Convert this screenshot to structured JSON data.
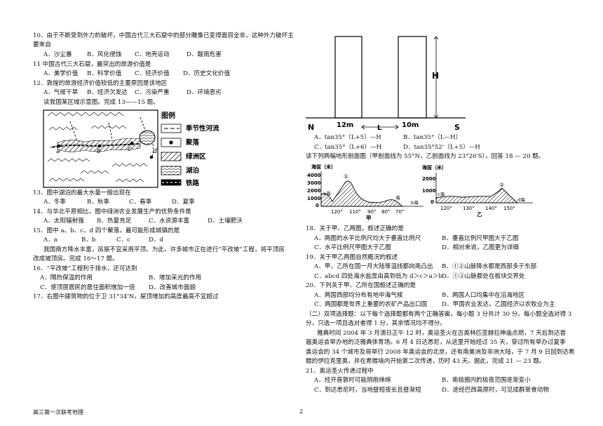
{
  "left": {
    "q10": "10．由于不断受到外力的破坏，中国古代三大石窟中的部分雕像已变得面目全非，这种外力破坏主",
    "q10b": "要来自",
    "q10opts": [
      "A．沙尘暴",
      "B．风化侵蚀",
      "C．地壳运动",
      "D．酸雨危害"
    ],
    "q11": "11 中国古代三大石窟，最突出的旅游价值是",
    "q11opts": [
      "A．美学价值",
      "B．科学价值",
      "C．经济价值",
      "D．历史文化价值"
    ],
    "q12": "12．敦煌的旅游经济价值较低的主要原因是该地区",
    "q12opts": [
      "A．气候干旱",
      "B．经济欠发达",
      "C．污染严重",
      "D．环境恶劣"
    ],
    "intro13": "读我国某区域示意图。完成 13——15 题。",
    "legend_title": "图例",
    "legend": [
      "季节性河流",
      "聚落",
      "绿洲区",
      "湖泊",
      "铁路"
    ],
    "map_labels": [
      "a",
      "b",
      "c",
      "d"
    ],
    "q13": "13．图中湖泊的最大水量一般出现在",
    "q13opts": [
      "A．冬季",
      "B．秋季",
      "C．春季",
      "D．夏季"
    ],
    "q14": "14．与华北平原相比，图中绿洲农业发展生产的优势条件是",
    "q14opts": [
      "A．太阳辐射强",
      "B．热量充足",
      "C．水资源丰富",
      "D．土壤肥沃"
    ],
    "q15": "15．图中 a、b、c、d 四个聚落，最可能形成城镇的是",
    "q15opts": [
      "A．a",
      "B．b",
      "C．c",
      "D．d"
    ],
    "intro16a": "我国南方降水丰富，房屋不宜采用平顶。为此，许多城市正在进行“平改坡”工程，将平顶房",
    "intro16b": "改成坡顶房。完成 16～17 题。",
    "q16": "16．“平改坡”工程利于排水，还可达到",
    "q16opts": [
      "A．隔热保温的作用",
      "B．增加采光的作用",
      "C．使顶层居民的居住面积增加一倍",
      "D．改善城市面貌"
    ],
    "q17": "17．右图中建筑物的位于卫 31°34'N，屋顶增加的高度最高不宜超过"
  },
  "right": {
    "bld_labels": {
      "H": "H",
      "N": "N",
      "S": "S",
      "w1": "12m",
      "w2": "10m",
      "L": "L"
    },
    "q17opts": [
      "A．tan35°（L+5）—H",
      "B．tan35°（L—H）",
      "C．tan35°（L+6）—H",
      "D．tan35°52'（L+5）—H"
    ],
    "intro18": "读下列两幅地形剖面图（甲剖面线为 55°N，乙剖面线为 23°26'S），回答 18 — 20 题。",
    "profile_jia": {
      "ylabel": "海拔（米）",
      "yticks": [
        "4000",
        "3000",
        "2000",
        "1000",
        "0"
      ],
      "xticks": [
        "120°",
        "110°",
        "90°",
        "80°",
        "70°"
      ],
      "name": "甲",
      "labels": [
        "①",
        "b海",
        "a海",
        "海"
      ]
    },
    "profile_yi": {
      "ylabel": "海拔（米）",
      "yticks": [
        "2000",
        "1000",
        "0"
      ],
      "xticks": [
        "120°",
        "130°",
        "140°",
        "150°"
      ],
      "name": "乙",
      "labels": [
        "②",
        "c海",
        "d海"
      ]
    },
    "q18": "18．关于甲、乙两图，叙述正确的是",
    "q18opts": [
      "A．两图的水平比例尺均大于垂直比例尺",
      "B．垂直比例尺甲图大于乙图",
      "C．水平比例尺甲图大于乙图",
      "D．相对来说，乙图更为详细"
    ],
    "q19": "19．关于甲乙两图自然概况的叙述",
    "q19opts": [
      "A．甲，乙所在国一月大陆等温线都向南凸出",
      "B．①②山脉降水都是西部多于东部",
      "C．abcd 四处海水盐度由高到低为 d＞c＞a＞b",
      "D．①②山脉都处在板块交界处"
    ],
    "q20": "20．下列关于甲、乙所在国叙述正确的是",
    "q20opts": [
      "A．两国西部均分布有地中海气候",
      "B．两国人口均集中在沿海地区",
      "C．两国都是世界上重要的农矿产品出口国",
      "D．甲国农业发达，乙国经济以农牧业为主"
    ],
    "sec2a": "（二）双项选择题：以下每个选择题都有两个正确答案，每小题 3 分共计 30 分。每小题全选对得 3",
    "sec2b": "分，只选一项且选对者得 1 分，其余情况均不得分。",
    "para1": "雅典时间  2004 年  3 月澳日正午  12 时，奥运圣火在古奥林匹亚赫拉神庙点燃，7 天后到达首",
    "para2": "届奥运会举办地的泛雅典体育场。6 月 4 日达悉尼，从这里开始经过 35 天，穿过所有举办过夏季",
    "para3": "奥运会的  34 个城市及将举行 2008 年奥运会的北京，还有南美洲及非洲大陆，于  7 月  9  日回到达希",
    "para4": "腊的伊拉克里奥，并在希腊境内开始第二次传递，历时  43 天。据此，完成  21 — 23 题。",
    "q21": "21．奥运圣火传递过程中",
    "q21opts": [
      "A．经开普敦时可能阴雨绵绵",
      "B．南极圈内的极夜范围逐渐变小",
      "C．到达悉尼时，当地昼短夜长且昼渐短",
      "D．途经巴西高原时，可见成群草食动物"
    ]
  },
  "footer": {
    "left": "高三第一次联考地理",
    "page": "2"
  }
}
